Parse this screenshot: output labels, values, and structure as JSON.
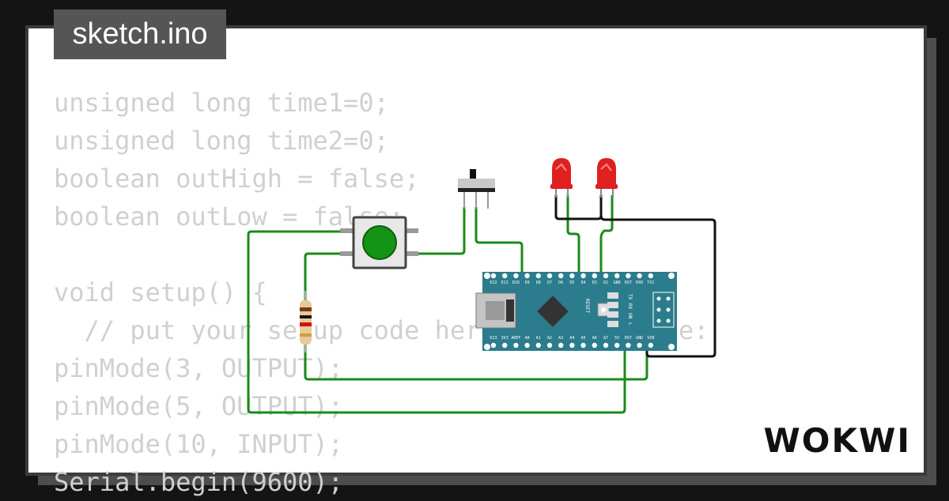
{
  "file_tab": {
    "label": "sketch.ino"
  },
  "code_lines": [
    "unsigned long time1=0;",
    "unsigned long time2=0;",
    "boolean outHigh = false;",
    "boolean outLow = false;",
    "",
    "void setup() {",
    "  // put your setup code here, to run once:",
    "pinMode(3, OUTPUT);",
    "pinMode(5, OUTPUT);",
    "pinMode(10, INPUT);",
    "Serial.begin(9600);"
  ],
  "brand": {
    "logo": "WOKWI"
  },
  "board": {
    "top_pins": [
      "D12",
      "D11",
      "D10",
      "D9",
      "D8",
      "D7",
      "D6",
      "D5",
      "D4",
      "D3",
      "D2",
      "GND",
      "RST",
      "RX0",
      "TX1"
    ],
    "bottom_pins": [
      "D13",
      "3V3",
      "AREF",
      "A0",
      "A1",
      "A2",
      "A3",
      "A4",
      "A5",
      "A6",
      "A7",
      "5V",
      "RST",
      "GND",
      "VIN"
    ],
    "reset_label": "RESET",
    "led_labels": [
      "TX",
      "RX",
      "ON",
      "L"
    ]
  },
  "colors": {
    "wire": "#1a8a1a",
    "ground_wire": "#111111",
    "board": "#2b7c8c",
    "led": "#e02020",
    "button": "#149414"
  }
}
